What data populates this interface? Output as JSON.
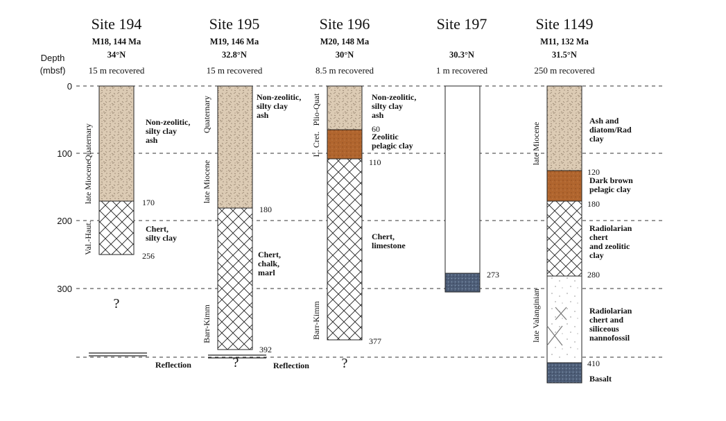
{
  "depth_header": {
    "line1": "Depth",
    "line2": "(mbsf)"
  },
  "depth_ticks": [
    "0",
    "100",
    "200",
    "300"
  ],
  "sites": [
    {
      "title": "Site 194",
      "anomaly": "M18, 144 Ma",
      "latitude": "34°N",
      "recovered": "15 m recovered",
      "ages": [
        "Quaternary",
        "late Miocene",
        "Val.-Haut."
      ],
      "lithology": [
        "Non-zeolitic,\nsilty clay\nash",
        "Chert,\nsilty clay"
      ],
      "depths": [
        "170",
        "256"
      ],
      "unknown": "?",
      "reflection": "Reflection"
    },
    {
      "title": "Site 195",
      "anomaly": "M19, 146 Ma",
      "latitude": "32.8°N",
      "recovered": "15 m recovered",
      "ages": [
        "Quaternary",
        "late Miocene",
        "Barr-Kimm"
      ],
      "lithology": [
        "Non-zeolitic,\nsilty clay\nash",
        "Chert,\nchalk,\nmarl"
      ],
      "depths": [
        "180",
        "392"
      ],
      "unknown": "?",
      "reflection": "Reflection"
    },
    {
      "title": "Site 196",
      "anomaly": "M20, 148 Ma",
      "latitude": "30°N",
      "recovered": "8.5 m recovered",
      "ages": [
        "Plio-Quat",
        "L. Cret.",
        "Barr-Kimm"
      ],
      "lithology": [
        "Non-zeolitic,\nsilty clay\nash",
        "Zeolitic\npelagic clay",
        "Chert,\nlimestone"
      ],
      "depths": [
        "60",
        "110",
        "377"
      ],
      "unknown": "?"
    },
    {
      "title": "Site 197",
      "anomaly": "",
      "latitude": "30.3°N",
      "recovered": "1 m recovered",
      "ages": [],
      "lithology": [],
      "depths": [
        "273"
      ]
    },
    {
      "title": "Site 1149",
      "anomaly": "M11, 132 Ma",
      "latitude": "31.5°N",
      "recovered": "250 m recovered",
      "ages": [
        "late Miocene",
        "late Valanginian"
      ],
      "lithology": [
        "Ash and\ndiatom/Rad\nclay",
        "Dark brown\npelagic clay",
        "Radiolarian\nchert\nand zeolitic\nclay",
        "Radiolarian\nchert and\nsiliceous\nnannofossil",
        "Basalt"
      ],
      "depths": [
        "120",
        "180",
        "280",
        "410"
      ]
    }
  ],
  "colors": {
    "ash": "#d9c8b2",
    "brown_clay": "#b0652e",
    "basalt": "#4a5a72",
    "line": "#222222"
  }
}
